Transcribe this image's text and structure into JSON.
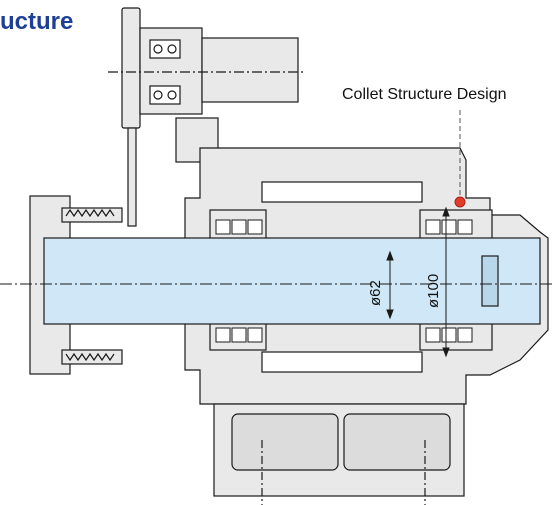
{
  "header": {
    "title": "ucture"
  },
  "callout": {
    "label": "Collet Structure Design"
  },
  "dimensions": {
    "bore_diameter": "ø62",
    "outer_diameter": "ø100"
  },
  "colors": {
    "title": "#1e3f96",
    "shaft": "#cfe7f6",
    "body": "#e9e9ea",
    "line": "#1a1a1a",
    "marker": "#e23b2a"
  }
}
